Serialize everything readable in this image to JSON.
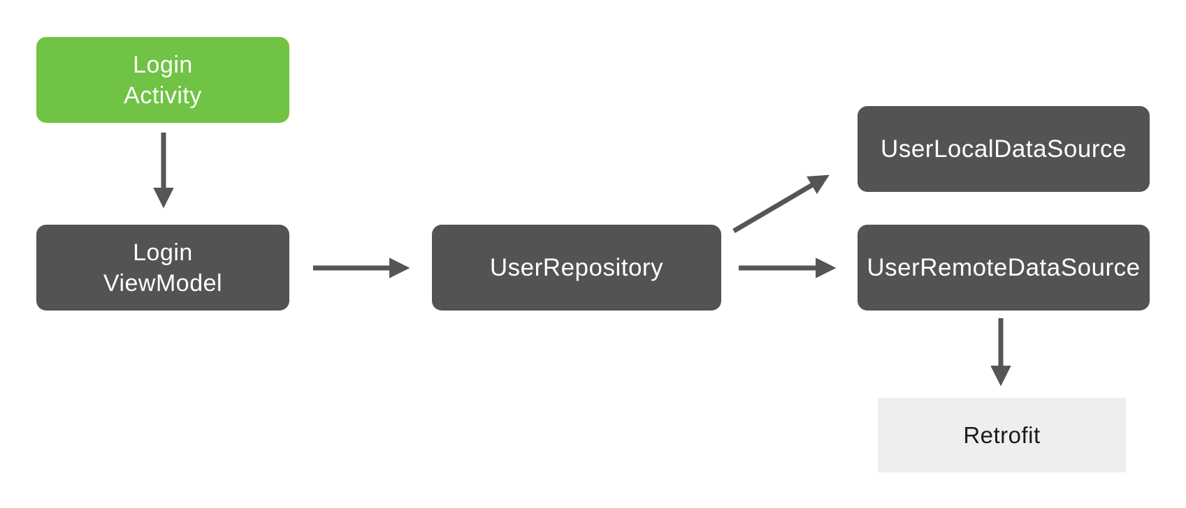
{
  "diagram": {
    "type": "flow-diagram",
    "background_color": "#FFFFFF",
    "arrow_color": "#555555",
    "nodes": {
      "login_activity": {
        "line1": "Login",
        "line2": "Activity",
        "fill": "#70C344",
        "text_color": "#FFFFFF"
      },
      "login_viewmodel": {
        "line1": "Login",
        "line2": "ViewModel",
        "fill": "#535353",
        "text_color": "#FFFFFF"
      },
      "user_repository": {
        "label": "UserRepository",
        "fill": "#535353",
        "text_color": "#FFFFFF"
      },
      "user_local_data_source": {
        "label": "UserLocalDataSource",
        "fill": "#535353",
        "text_color": "#FFFFFF"
      },
      "user_remote_data_source": {
        "label": "UserRemoteDataSource",
        "fill": "#535353",
        "text_color": "#FFFFFF"
      },
      "retrofit": {
        "label": "Retrofit",
        "fill": "#EEEEEE",
        "text_color": "#1A1A1A"
      }
    },
    "edges": [
      {
        "from": "LoginActivity",
        "to": "LoginViewModel",
        "direction": "down"
      },
      {
        "from": "LoginViewModel",
        "to": "UserRepository",
        "direction": "right"
      },
      {
        "from": "UserRepository",
        "to": "UserLocalDataSource",
        "direction": "up-right"
      },
      {
        "from": "UserRepository",
        "to": "UserRemoteDataSource",
        "direction": "right"
      },
      {
        "from": "UserRemoteDataSource",
        "to": "Retrofit",
        "direction": "down"
      }
    ]
  }
}
